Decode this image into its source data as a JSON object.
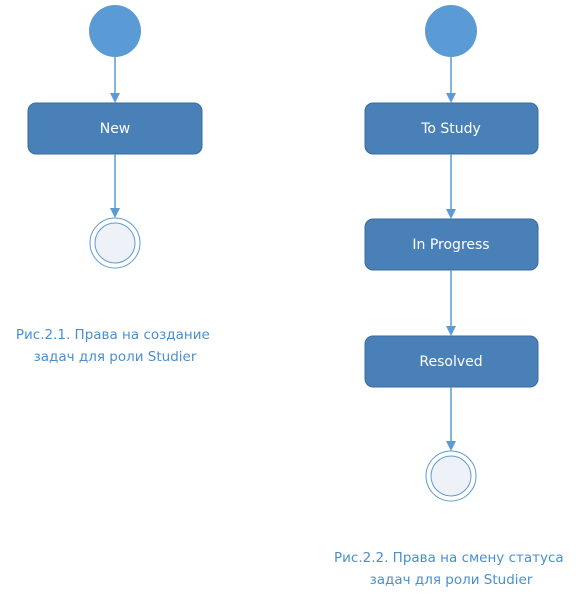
{
  "colors": {
    "node_fill": "#4a80b8",
    "node_border": "#3a6a9c",
    "start_fill": "#5b9bd5",
    "end_fill": "#eef2f8",
    "arrow": "#5b9bd5",
    "caption": "#4a8fd0"
  },
  "diagram1": {
    "states": [
      "New"
    ],
    "caption_lines": [
      "Рис.2.1. Права на создание",
      "задач для роли Studier"
    ]
  },
  "diagram2": {
    "states": [
      "To Study",
      "In Progress",
      "Resolved"
    ],
    "caption_lines": [
      "Рис.2.2. Права на смену статуса",
      "задач для роли Studier"
    ]
  }
}
